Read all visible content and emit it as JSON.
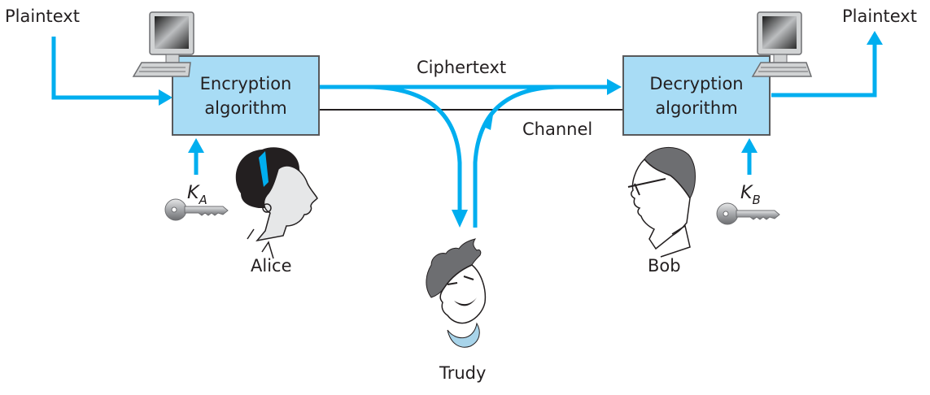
{
  "title": "Cryptographic components: Alice, Bob and Trudy",
  "colors": {
    "arrow": "#00aeef",
    "box_fill": "#a8dcf5",
    "box_border": "#58595b",
    "channel_line": "#231f20",
    "text": "#231f20",
    "hair_alice": "#231f20",
    "hair_gray": "#6d6e71",
    "skin": "#e6e7e8",
    "trudy_collar": "#a8d4ea"
  },
  "labels": {
    "plaintext_in": "Plaintext",
    "plaintext_out": "Plaintext",
    "ciphertext": "Ciphertext",
    "channel": "Channel"
  },
  "encryption_box": {
    "line1": "Encryption",
    "line2": "algorithm"
  },
  "decryption_box": {
    "line1": "Decryption",
    "line2": "algorithm"
  },
  "keys": {
    "alice": {
      "symbol": "K",
      "subscript": "A",
      "icon": "key-icon"
    },
    "bob": {
      "symbol": "K",
      "subscript": "B",
      "icon": "key-icon"
    }
  },
  "people": {
    "alice": {
      "name": "Alice",
      "icon": "alice-portrait-icon"
    },
    "bob": {
      "name": "Bob",
      "icon": "bob-portrait-icon"
    },
    "trudy": {
      "name": "Trudy",
      "icon": "trudy-portrait-icon"
    }
  },
  "computers": [
    {
      "side": "sender",
      "icon": "computer-icon"
    },
    {
      "side": "receiver",
      "icon": "computer-icon"
    }
  ]
}
